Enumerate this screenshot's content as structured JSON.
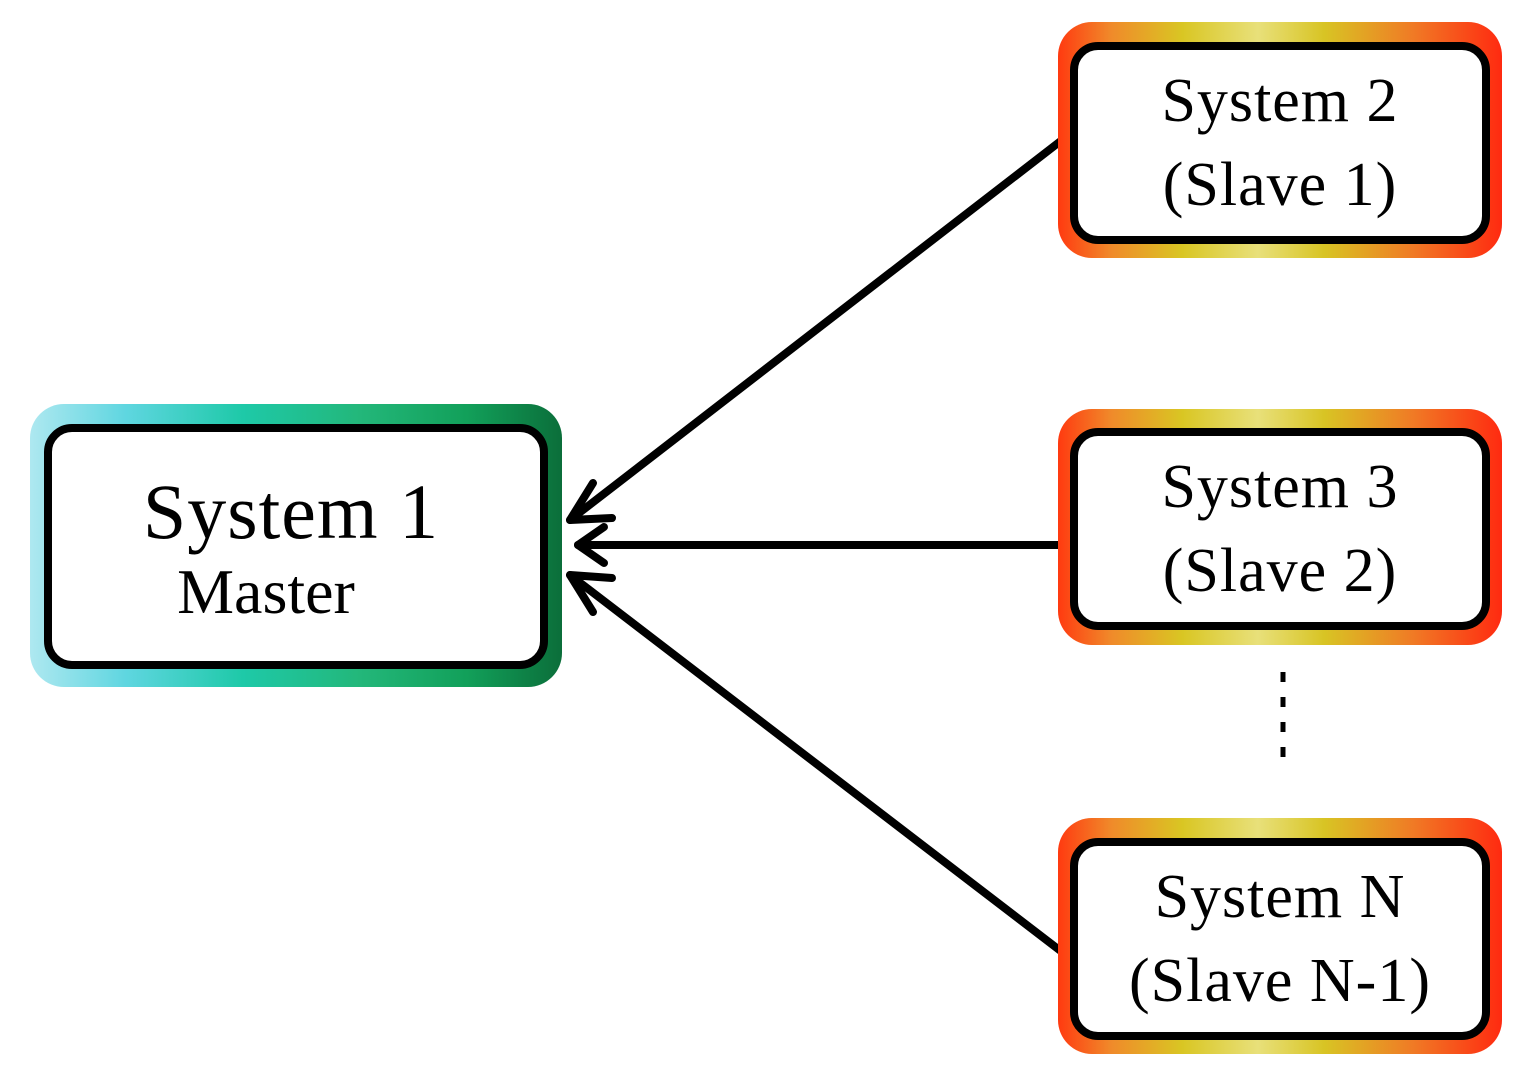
{
  "colors": {
    "master_frame": "#1ec9a8",
    "slave_frame": "#ff3a10",
    "box_border": "#000000",
    "arrow": "#000000"
  },
  "master": {
    "title": "System 1",
    "role": "Master"
  },
  "slaves": [
    {
      "title": "System 2",
      "role": "(Slave 1)"
    },
    {
      "title": "System 3",
      "role": "(Slave 2)"
    },
    {
      "title": "System N",
      "role": "(Slave N-1)"
    }
  ],
  "ellipsis": "⋮"
}
